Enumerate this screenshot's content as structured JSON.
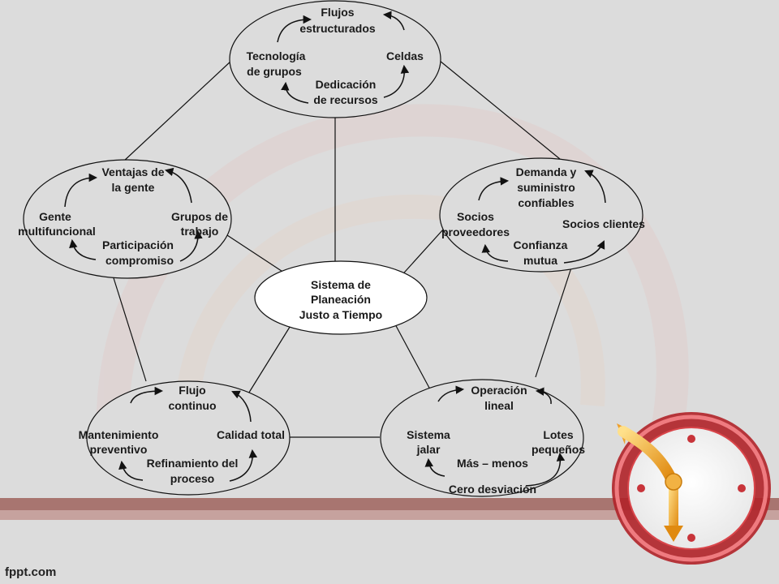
{
  "center": {
    "lines": [
      "Sistema de",
      "Planeación",
      "Justo a Tiempo"
    ]
  },
  "top": {
    "a": [
      "Flujos",
      "estructurados"
    ],
    "b": [
      "Tecnología",
      "de grupos"
    ],
    "c": [
      "Celdas"
    ],
    "d": [
      "Dedicación",
      "de recursos"
    ]
  },
  "left": {
    "a": [
      "Ventajas de",
      "la gente"
    ],
    "b": [
      "Gente",
      "multifuncional"
    ],
    "c": [
      "Grupos de",
      "trabajo"
    ],
    "d": [
      "Participación",
      "compromiso"
    ]
  },
  "right": {
    "a": [
      "Demanda y",
      "suministro",
      "confiables"
    ],
    "b": [
      "Socios",
      "proveedores"
    ],
    "c": [
      "Socios clientes"
    ],
    "d": [
      "Confianza",
      "mutua"
    ]
  },
  "bottomLeft": {
    "a": [
      "Flujo",
      "continuo"
    ],
    "b": [
      "Mantenimiento",
      "preventivo"
    ],
    "c": [
      "Calidad total"
    ],
    "d": [
      "Refinamiento del",
      "proceso"
    ]
  },
  "bottomRight": {
    "a": [
      "Operación",
      "lineal"
    ],
    "b": [
      "Sistema",
      "jalar"
    ],
    "c": [
      "Lotes",
      "pequeños"
    ],
    "d": [
      "Más – menos"
    ],
    "e": [
      "Cero desviación"
    ]
  },
  "footer": {
    "site": "fppt.com"
  },
  "colors": {
    "band": "#a87570",
    "band_light": "#c6a29e",
    "clock_ring": "#c8343a",
    "arrow": "#f0a02a"
  }
}
